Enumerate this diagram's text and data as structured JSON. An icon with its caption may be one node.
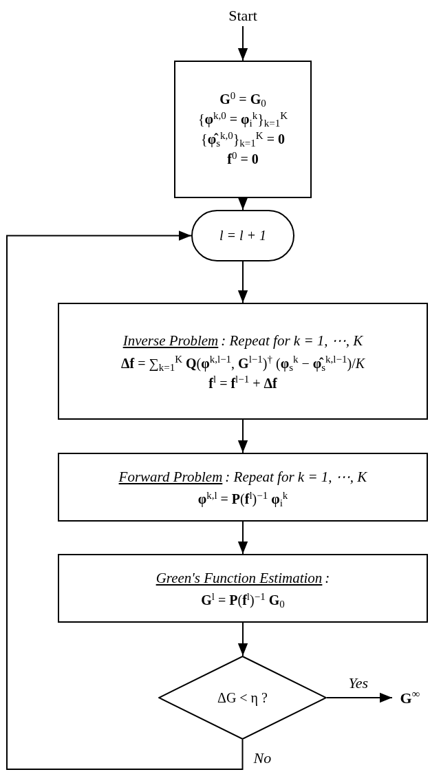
{
  "diagram": {
    "nodes": [
      {
        "text": [
          "Start"
        ]
      },
      {
        "text": [
          "**G**$^{0}$ = **G**$_{0}$",
          "{**φ**$^{k,0}$ = **φ**$_{i}$$^{k}$}$_{k=1}$$^{K}$",
          "{**φ̂**$_{s}$$^{k,0}$}$_{k=1}$$^{K}$ = **0**",
          "**f**$^{0}$ = **0**"
        ]
      },
      {
        "text": [
          "l = l + 1"
        ]
      },
      {
        "text": [
          "Inverse Problem",
          ": Repeat for k = 1, ⋯, K",
          "**Δf** = ∑$_{k=1}$$^{K}$ **Q**(**φ**$^{k,l−1}$, **G**$^{l−1}$)$^{†}$ (**φ**$_{s}$$^{k}$ − **φ̂**$_{s}$$^{k,l−1}$)/*K*",
          "**f**$^{l}$ = **f**$^{l−1}$ + **Δf**"
        ]
      },
      {
        "text": [
          "Forward Problem",
          ": Repeat for k = 1, ⋯, K",
          "**φ**$^{k,l}$ = **P**(**f**$^{l}$)$^{−1}$ **φ**$_{i}$$^{k}$"
        ]
      },
      {
        "text": [
          "Green's Function Estimation",
          ":",
          "**G**$^{l}$ = **P**(**f**$^{l}$)$^{−1}$ **G**$_{0}$"
        ]
      },
      {
        "text": [
          "ΔG < η ?"
        ]
      },
      {
        "text": [
          "**G**$^{∞}$"
        ]
      }
    ],
    "edges": [
      {
        "from": 0,
        "to": 1,
        "arrow": "to"
      },
      {
        "from": 1,
        "to": 2,
        "arrow": "to"
      },
      {
        "from": 2,
        "to": 3,
        "arrow": "to"
      },
      {
        "from": 3,
        "to": 4,
        "arrow": "to"
      },
      {
        "from": 4,
        "to": 5,
        "arrow": "to"
      },
      {
        "from": 5,
        "to": 6,
        "arrow": "to"
      },
      {
        "from": 6,
        "to": 7,
        "arrow": "to",
        "label": "Yes"
      },
      {
        "from": 6,
        "to": 2,
        "arrow": "to",
        "label": "No"
      }
    ]
  }
}
